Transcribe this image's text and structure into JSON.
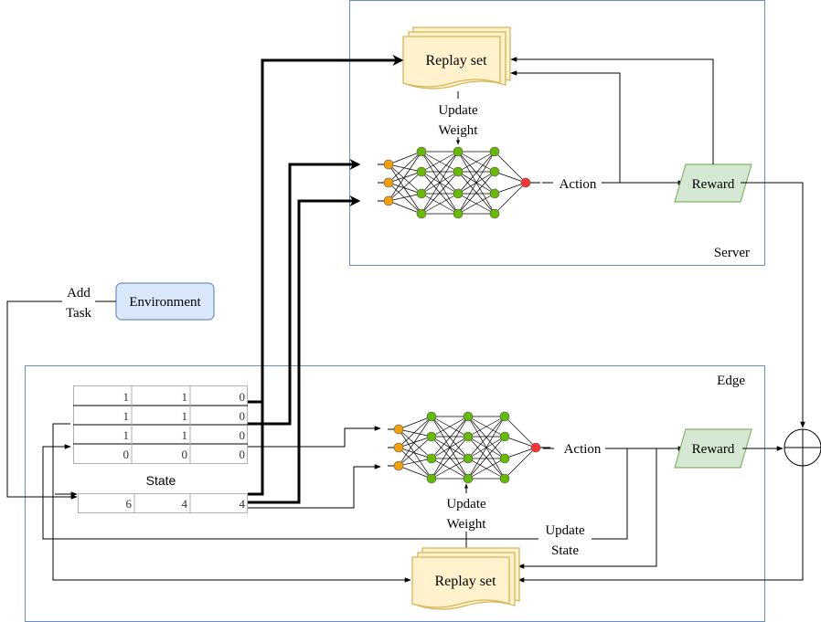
{
  "colors": {
    "panel_border": "#6c8ebf",
    "doc_fill": "#fff2cc",
    "doc_stroke": "#d6b656",
    "env_fill": "#dae8fc",
    "env_stroke": "#6c8ebf",
    "reward_fill": "#d5e8d4",
    "reward_stroke": "#82b366",
    "node_input": "#f59f00",
    "node_hidden": "#66bb00",
    "node_output": "#ff3333"
  },
  "server": {
    "label": "Server",
    "replay_label": "Replay set",
    "update_weight": [
      "Update",
      "Weight"
    ],
    "action_label": "Action",
    "reward_label": "Reward"
  },
  "environment": {
    "label": "Environment",
    "add_task": [
      "Add",
      "Task"
    ]
  },
  "edge": {
    "label": "Edge",
    "state_label": "State",
    "table_rows": [
      [
        "1",
        "1",
        "0"
      ],
      [
        "1",
        "1",
        "0"
      ],
      [
        "1",
        "1",
        "0"
      ],
      [
        "0",
        "0",
        "0"
      ]
    ],
    "state_vector": [
      "6",
      "4",
      "4"
    ],
    "update_weight": [
      "Update",
      "Weight"
    ],
    "update_state": [
      "Update",
      "State"
    ],
    "action_label": "Action",
    "reward_label": "Reward",
    "replay_label": "Replay set"
  }
}
